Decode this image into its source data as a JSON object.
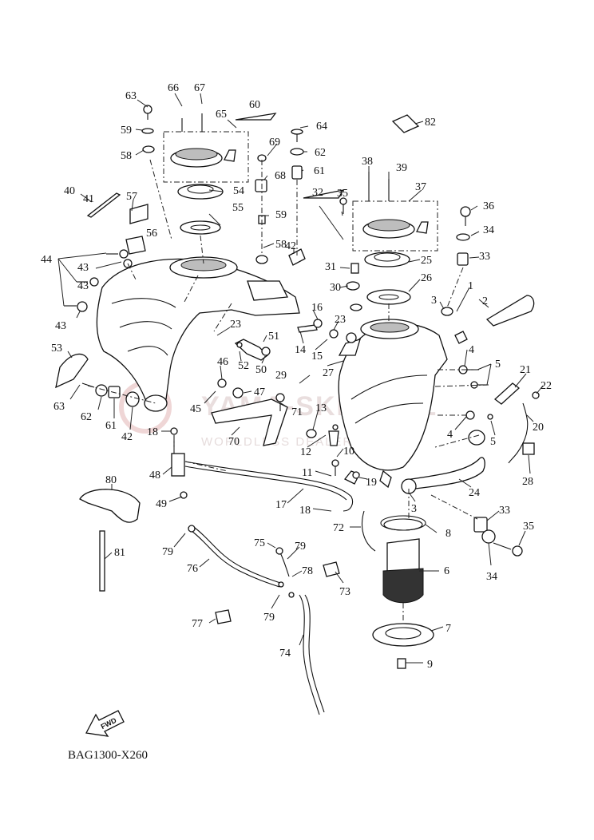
{
  "diagram_code": "BAG1300-X260",
  "fwd_label": "FWD",
  "watermark": {
    "title": "YAMA-SKLEP.PL",
    "subtitle": "WORLDLESS DEALER YAMAHA"
  },
  "labels": [
    "63",
    "66",
    "67",
    "60",
    "65",
    "59",
    "58",
    "64",
    "69",
    "62",
    "68",
    "61",
    "82",
    "40",
    "41",
    "57",
    "54",
    "55",
    "59",
    "58",
    "32",
    "35",
    "38",
    "39",
    "37",
    "36",
    "34",
    "33",
    "56",
    "44",
    "43",
    "42",
    "31",
    "30",
    "25",
    "26",
    "1",
    "3",
    "2",
    "43",
    "43",
    "16",
    "23",
    "23",
    "51",
    "14",
    "15",
    "4",
    "5",
    "53",
    "46",
    "52",
    "50",
    "27",
    "29",
    "47",
    "21",
    "22",
    "63",
    "62",
    "61",
    "42",
    "45",
    "71",
    "13",
    "20",
    "70",
    "4",
    "5",
    "18",
    "12",
    "10",
    "48",
    "11",
    "19",
    "24",
    "28",
    "17",
    "18",
    "3",
    "49",
    "80",
    "33",
    "72",
    "35",
    "8",
    "79",
    "75",
    "79",
    "81",
    "76",
    "78",
    "6",
    "34",
    "73",
    "79",
    "77",
    "7",
    "74",
    "9"
  ]
}
